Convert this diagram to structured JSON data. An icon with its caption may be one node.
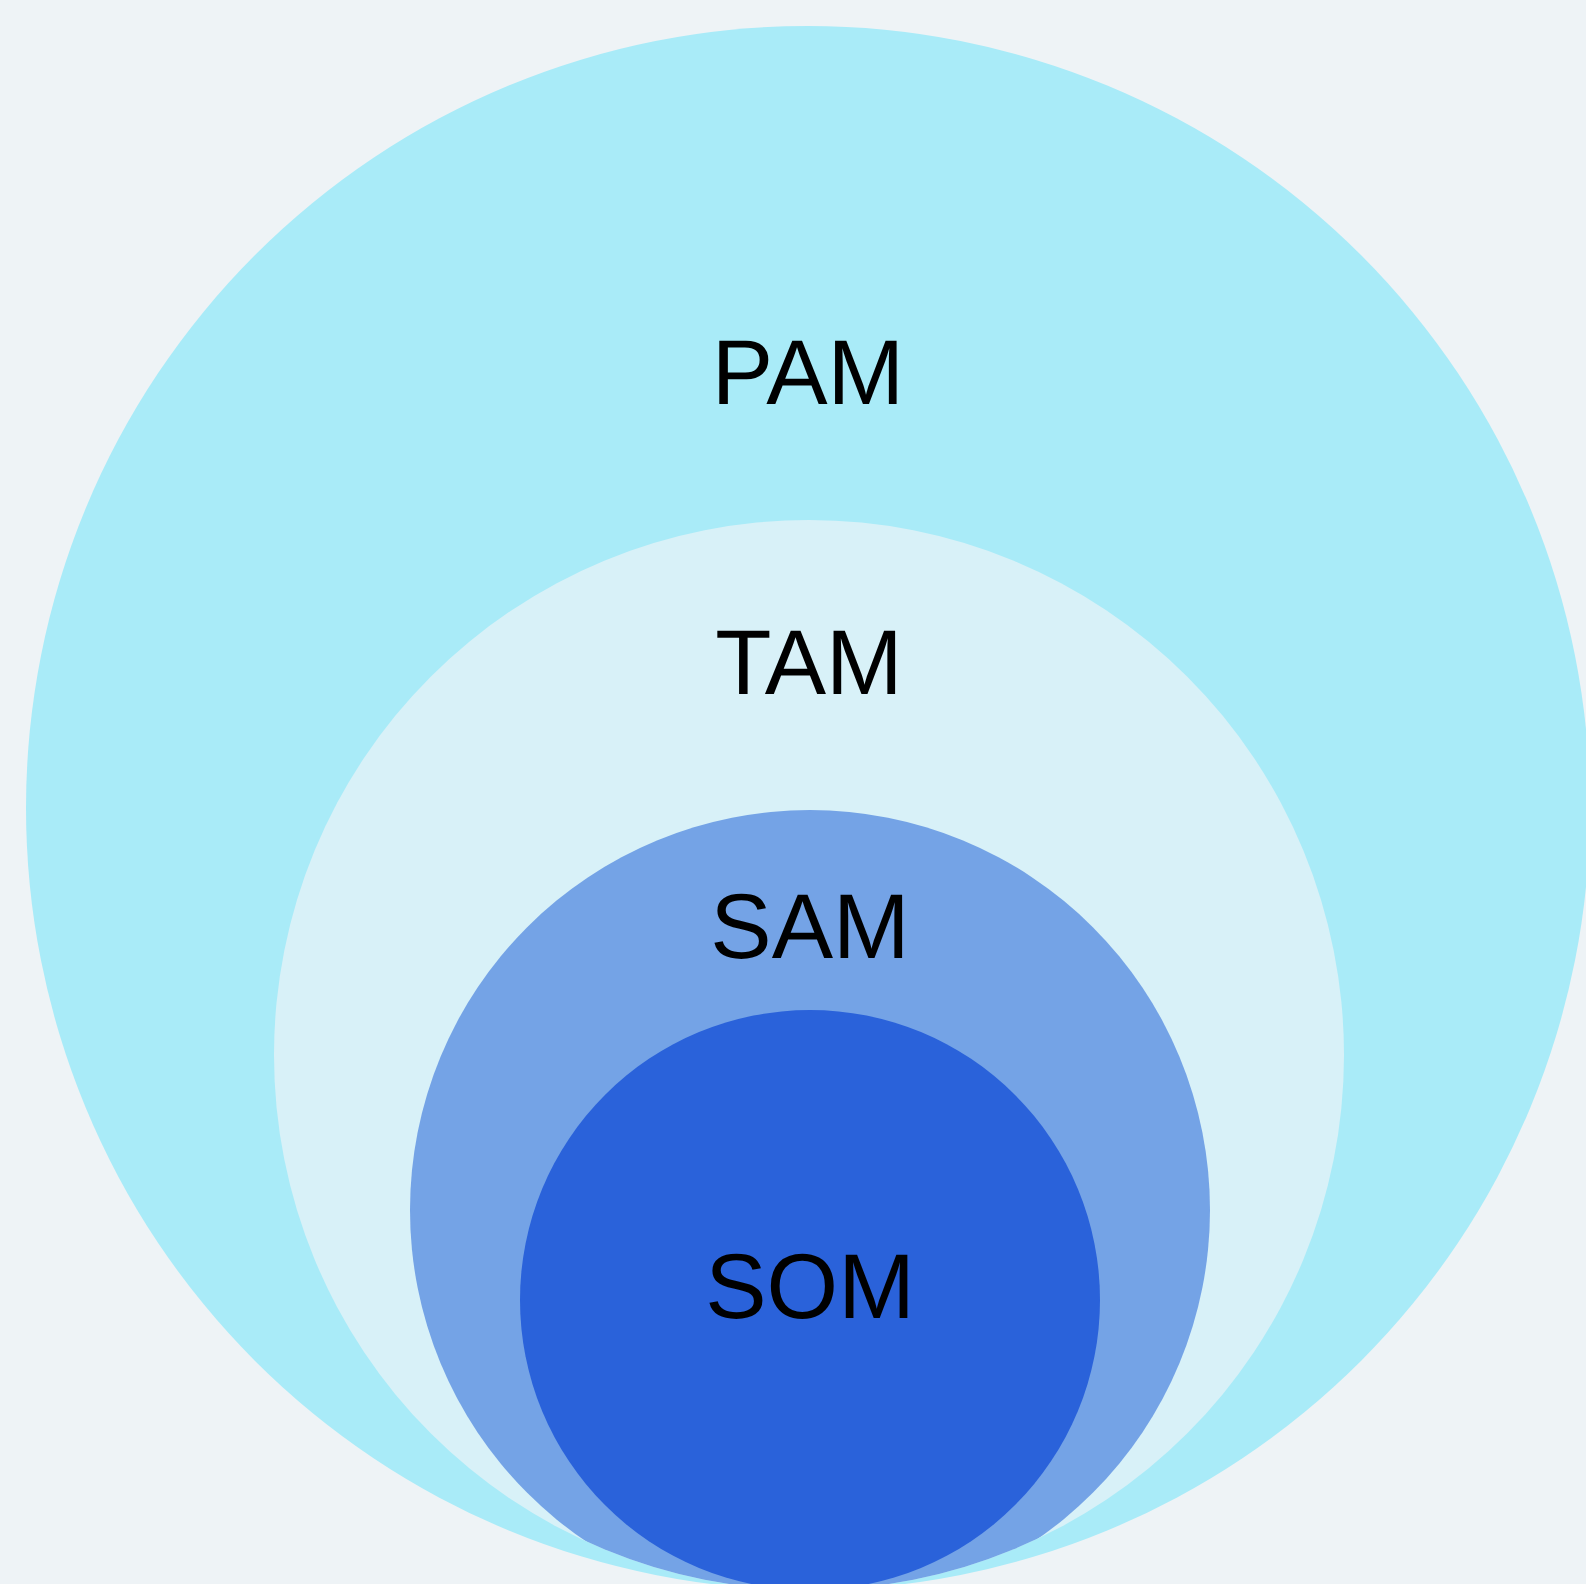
{
  "diagram": {
    "nodes": [
      {
        "text": [
          "PAM"
        ]
      },
      {
        "text": [
          "TAM"
        ],
        "in": 0
      },
      {
        "text": [
          "SAM"
        ],
        "in": 1
      },
      {
        "text": [
          "SOM"
        ],
        "in": 2
      }
    ]
  }
}
